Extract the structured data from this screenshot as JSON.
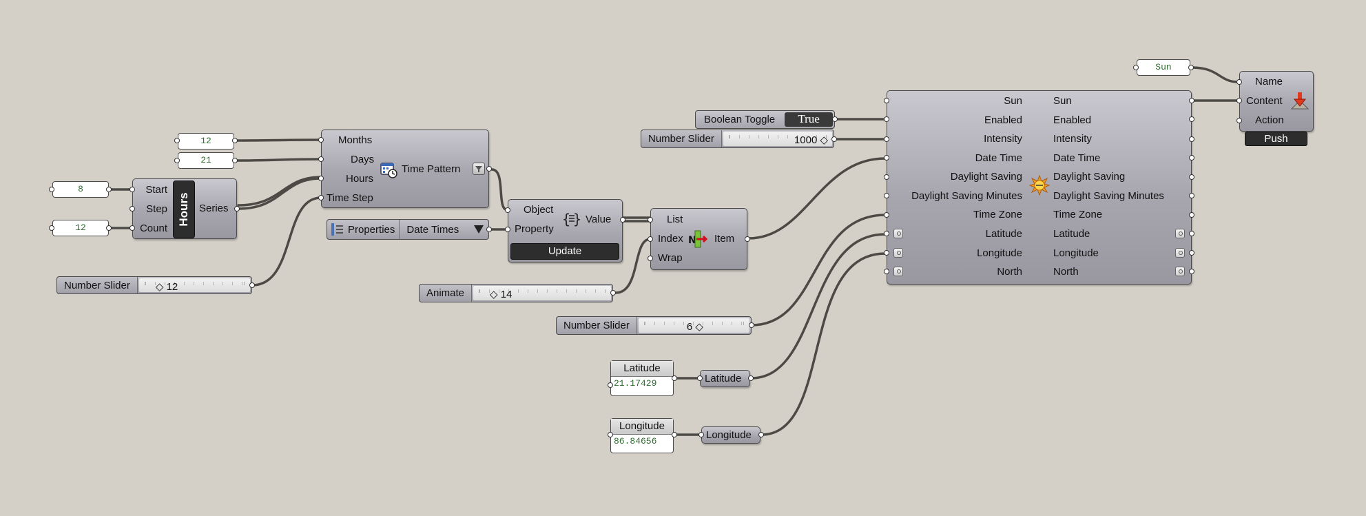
{
  "pills": {
    "months": "12",
    "days": "21",
    "start": "8",
    "count": "12",
    "sun": "Sun"
  },
  "series": {
    "inputs": [
      "Start",
      "Step",
      "Count"
    ],
    "center": "Hours",
    "output": "Series"
  },
  "time_pattern": {
    "inputs": [
      "Months",
      "Days",
      "Hours",
      "Time Step"
    ],
    "output": "Time Pattern"
  },
  "hours_slider": {
    "name": "Number Slider",
    "value": "◇ 12"
  },
  "properties": {
    "label": "Properties",
    "value": "Date Times"
  },
  "property_comp": {
    "inputs": [
      "Object",
      "Property"
    ],
    "output": "Value",
    "button": "Update"
  },
  "animate_slider": {
    "name": "Animate",
    "value": "◇ 14"
  },
  "list_item": {
    "inputs": [
      "List",
      "Index",
      "Wrap"
    ],
    "output": "Item"
  },
  "timezone_slider": {
    "name": "Number Slider",
    "value": "6 ◇"
  },
  "boolean_toggle": {
    "name": "Boolean Toggle",
    "value": "True"
  },
  "intensity_slider": {
    "name": "Number Slider",
    "value": "1000 ◇"
  },
  "sun_comp": {
    "inputs": [
      "Sun",
      "Enabled",
      "Intensity",
      "Date Time",
      "Daylight Saving",
      "Daylight Saving Minutes",
      "Time Zone",
      "Latitude",
      "Longitude",
      "North"
    ],
    "outputs": [
      "Sun",
      "Enabled",
      "Intensity",
      "Date Time",
      "Daylight Saving",
      "Daylight Saving Minutes",
      "Time Zone",
      "Latitude",
      "Longitude",
      "North"
    ]
  },
  "latitude_panel": {
    "title": "Latitude",
    "value": "21.17429",
    "relay": "Latitude"
  },
  "longitude_panel": {
    "title": "Longitude",
    "value": "86.84656",
    "relay": "Longitude"
  },
  "data_output": {
    "inputs": [
      "Name",
      "Content",
      "Action"
    ],
    "button": "Push"
  }
}
